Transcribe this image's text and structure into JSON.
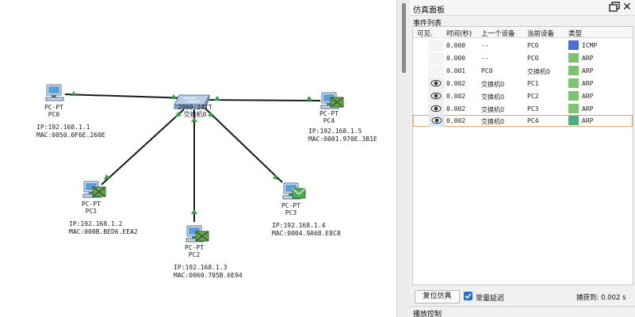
{
  "canvas": {
    "switch": {
      "model": "2960-24TT",
      "name": "交换机0"
    },
    "pcs": [
      {
        "id": "pc0",
        "type": "PC-PT",
        "name": "PC0",
        "ip": "IP:192.168.1.1",
        "mac": "MAC:0050.0F6E.260E"
      },
      {
        "id": "pc1",
        "type": "PC-PT",
        "name": "PC1",
        "ip": "IP:192.168.1.2",
        "mac": "MAC:000B.BED6.EEA2"
      },
      {
        "id": "pc2",
        "type": "PC-PT",
        "name": "PC2",
        "ip": "IP:192.168.1.3",
        "mac": "MAC:0060.705B.6E94"
      },
      {
        "id": "pc3",
        "type": "PC-PT",
        "name": "PC3",
        "ip": "IP:192.168.1.4",
        "mac": "MAC:0004.9A68.E8C8"
      },
      {
        "id": "pc4",
        "type": "PC-PT",
        "name": "PC4",
        "ip": "IP:192.168.1.5",
        "mac": "MAC:0001.970E.3B1E"
      }
    ],
    "colors": {
      "link": "#1a1a1a",
      "link_light": "#2ea043",
      "envelope": "#4caf50"
    }
  },
  "panel": {
    "title": "仿真面板",
    "restore_icon": "restore-window-icon",
    "close_icon": "close-icon",
    "close_glyph": "✕",
    "events_label": "事件列表",
    "columns": {
      "visible": "可见.",
      "time": "时间(秒)",
      "last_device": "上一个设备",
      "at_device": "当前设备",
      "type": "类型"
    },
    "events": [
      {
        "visible": false,
        "time": "0.000",
        "last": "--",
        "at": "PC0",
        "type": "ICMP",
        "color": "#4a6fd6"
      },
      {
        "visible": false,
        "time": "0.000",
        "last": "--",
        "at": "PC0",
        "type": "ARP",
        "color": "#7cc470"
      },
      {
        "visible": false,
        "time": "0.001",
        "last": "PC0",
        "at": "交换机0",
        "type": "ARP",
        "color": "#7cc470"
      },
      {
        "visible": true,
        "time": "0.002",
        "last": "交换机0",
        "at": "PC1",
        "type": "ARP",
        "color": "#7cc470"
      },
      {
        "visible": true,
        "time": "0.002",
        "last": "交换机0",
        "at": "PC2",
        "type": "ARP",
        "color": "#7cc470"
      },
      {
        "visible": true,
        "time": "0.002",
        "last": "交换机0",
        "at": "PC3",
        "type": "ARP",
        "color": "#7cc470"
      },
      {
        "visible": true,
        "time": "0.002",
        "last": "交换机0",
        "at": "PC4",
        "type": "ARP",
        "color": "#4caf82",
        "selected": true
      }
    ],
    "reset_button": "复位仿真",
    "constant_delay_label": "常量延迟",
    "constant_delay_checked": true,
    "captured_text": "捕获到: 0.002 s",
    "playback_label": "播放控制"
  }
}
